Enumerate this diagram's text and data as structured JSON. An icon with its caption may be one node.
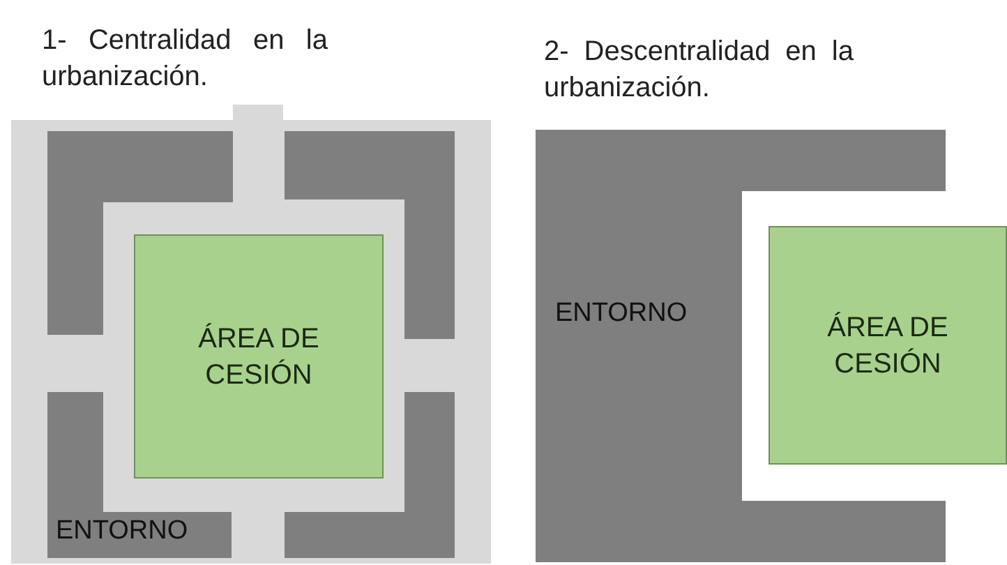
{
  "diagram": {
    "nodes": [
      {
        "text": [],
        "shape": "box"
      },
      {
        "text": [],
        "shape": "box"
      },
      {
        "text": [
          "ÁREA DE CESIÓN"
        ]
      },
      {
        "text": [
          "ENTORNO"
        ]
      },
      {
        "text": [],
        "shape": "box"
      },
      {
        "text": [
          "ENTORNO"
        ]
      },
      {
        "text": [
          "ÁREA DE CESIÓN"
        ]
      }
    ],
    "labels": [
      "1- Centralidad en la urbanización.",
      "2- Descentralidad en la urbanización."
    ]
  }
}
